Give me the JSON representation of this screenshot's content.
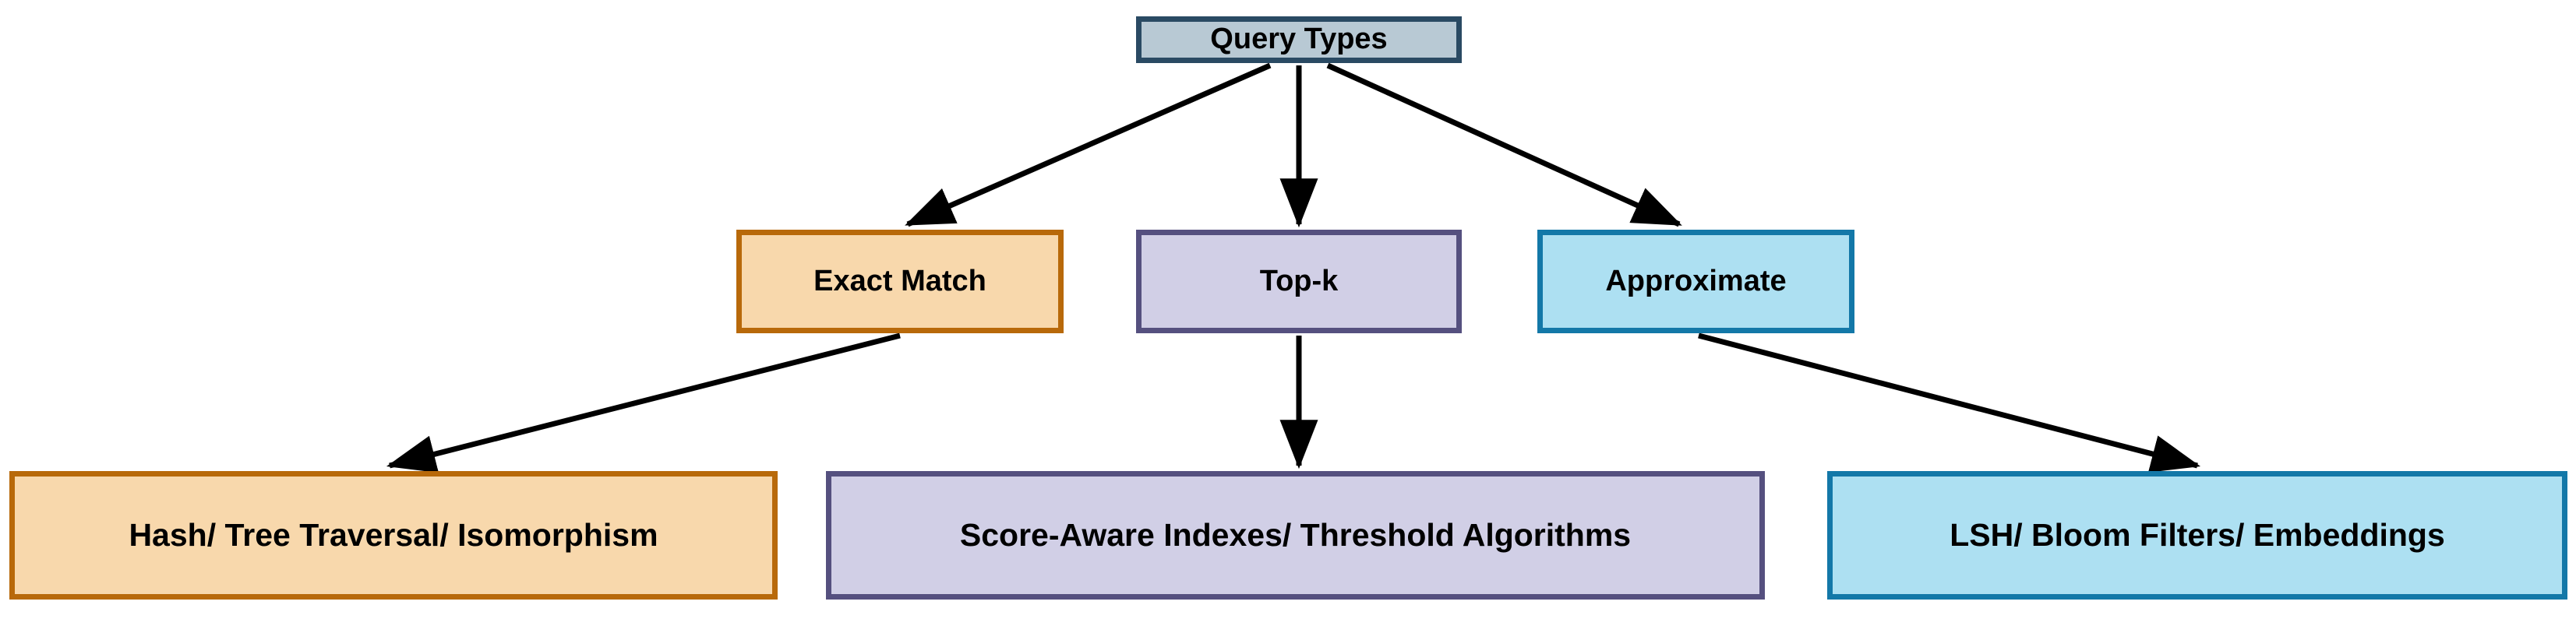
{
  "diagram": {
    "type": "flowchart",
    "title": "Query Types taxonomy",
    "orientation": "top-down",
    "background_color": "#ffffff",
    "nodes": [
      {
        "id": "root",
        "label": "Query Types",
        "fill_color": "#b8c9d4",
        "border_color": "#2a4a63",
        "text_color": "#000000"
      },
      {
        "id": "exact",
        "label": "Exact Match",
        "fill_color": "#f8d8ac",
        "border_color": "#b8690a",
        "text_color": "#000000"
      },
      {
        "id": "topk",
        "label": "Top-k",
        "fill_color": "#d1cfe6",
        "border_color": "#55507f",
        "text_color": "#000000"
      },
      {
        "id": "approx",
        "label": "Approximate",
        "fill_color": "#ade0f2",
        "border_color": "#1378a8",
        "text_color": "#000000"
      },
      {
        "id": "hash",
        "label": "Hash/ Tree Traversal/ Isomorphism",
        "fill_color": "#f8d8ac",
        "border_color": "#b8690a",
        "text_color": "#000000"
      },
      {
        "id": "score",
        "label": "Score-Aware Indexes/ Threshold Algorithms",
        "fill_color": "#d1cfe6",
        "border_color": "#55507f",
        "text_color": "#000000"
      },
      {
        "id": "lsh",
        "label": "LSH/ Bloom Filters/ Embeddings",
        "fill_color": "#ade0f2",
        "border_color": "#1378a8",
        "text_color": "#000000"
      }
    ],
    "edges": [
      {
        "from": "root",
        "to": "exact",
        "style": "solid",
        "arrow": "single",
        "color": "#000000"
      },
      {
        "from": "root",
        "to": "topk",
        "style": "solid",
        "arrow": "single",
        "color": "#000000"
      },
      {
        "from": "root",
        "to": "approx",
        "style": "solid",
        "arrow": "single",
        "color": "#000000"
      },
      {
        "from": "exact",
        "to": "hash",
        "style": "solid",
        "arrow": "single",
        "color": "#000000"
      },
      {
        "from": "topk",
        "to": "score",
        "style": "solid",
        "arrow": "single",
        "color": "#000000"
      },
      {
        "from": "approx",
        "to": "lsh",
        "style": "solid",
        "arrow": "single",
        "color": "#000000"
      }
    ]
  }
}
